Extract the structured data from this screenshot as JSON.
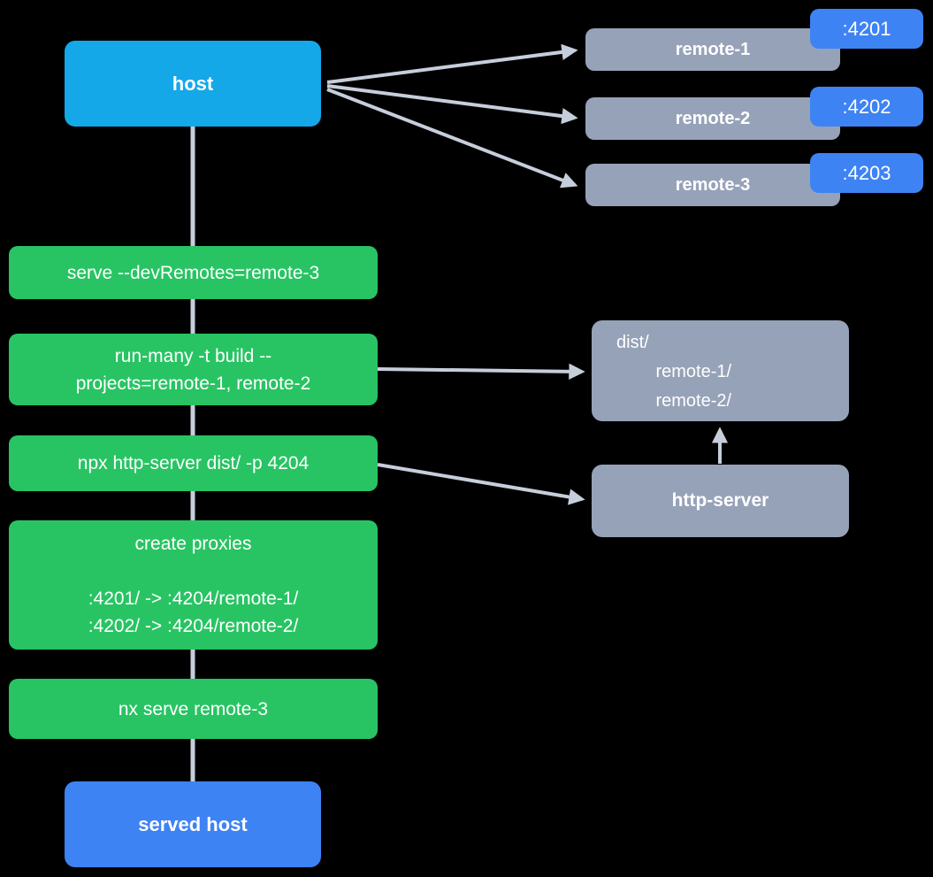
{
  "diagram": {
    "host": {
      "label": "host"
    },
    "served_host": {
      "label": "served host"
    },
    "remotes": [
      {
        "label": "remote-1",
        "port": ":4201"
      },
      {
        "label": "remote-2",
        "port": ":4202"
      },
      {
        "label": "remote-3",
        "port": ":4203"
      }
    ],
    "steps": [
      {
        "text": "serve --devRemotes=remote-3"
      },
      {
        "text": "run-many -t build --\nprojects=remote-1, remote-2"
      },
      {
        "text": "npx http-server dist/ -p 4204"
      },
      {
        "text": "create proxies\n\n:4201/ -> :4204/remote-1/\n:4202/ -> :4204/remote-2/"
      },
      {
        "text": "nx serve remote-3"
      }
    ],
    "dist_output": {
      "text": "dist/\n        remote-1/\n        remote-2/"
    },
    "http_server": {
      "label": "http-server"
    }
  },
  "colors": {
    "background": "#000000",
    "host_box": "#15A8E8",
    "served_host_box": "#3E83F4",
    "command_box": "#28C463",
    "remote_box": "#96A2B8",
    "port_badge": "#3E83F4",
    "connector": "#C6CEDB",
    "text": "#FFFFFF"
  }
}
